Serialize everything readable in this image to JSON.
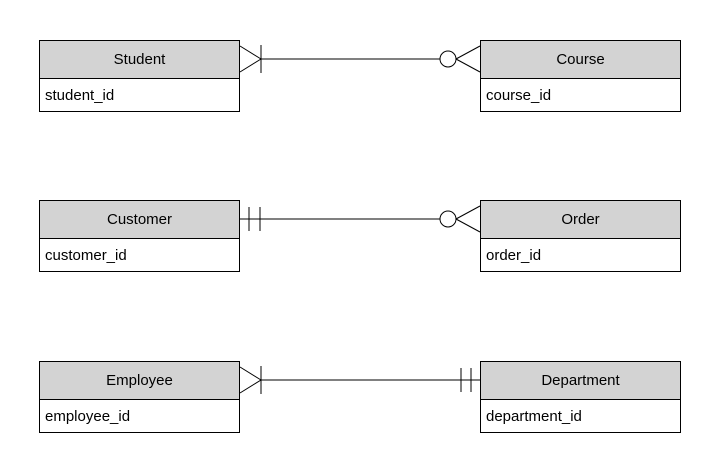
{
  "diagram": {
    "type": "entity-relationship-diagram",
    "colors": {
      "background": "#ffffff",
      "entity_header_fill": "#d3d3d3",
      "border": "#000000",
      "line": "#000000",
      "text": "#000000"
    },
    "entities": [
      {
        "name": "Student",
        "attributes": [
          "student_id"
        ]
      },
      {
        "name": "Course",
        "attributes": [
          "course_id"
        ]
      },
      {
        "name": "Customer",
        "attributes": [
          "customer_id"
        ]
      },
      {
        "name": "Order",
        "attributes": [
          "order_id"
        ]
      },
      {
        "name": "Employee",
        "attributes": [
          "employee_id"
        ]
      },
      {
        "name": "Department",
        "attributes": [
          "department_id"
        ]
      }
    ],
    "relationships": [
      {
        "from": "Student",
        "to": "Course",
        "from_marker": "one-or-many (crow's foot + bar)",
        "to_marker": "zero-or-many (circle + crow's foot)"
      },
      {
        "from": "Customer",
        "to": "Order",
        "from_marker": "exactly-one (double bar)",
        "to_marker": "zero-or-many (circle + crow's foot)"
      },
      {
        "from": "Employee",
        "to": "Department",
        "from_marker": "one-or-many (crow's foot + bar)",
        "to_marker": "exactly-one (double bar)"
      }
    ]
  }
}
